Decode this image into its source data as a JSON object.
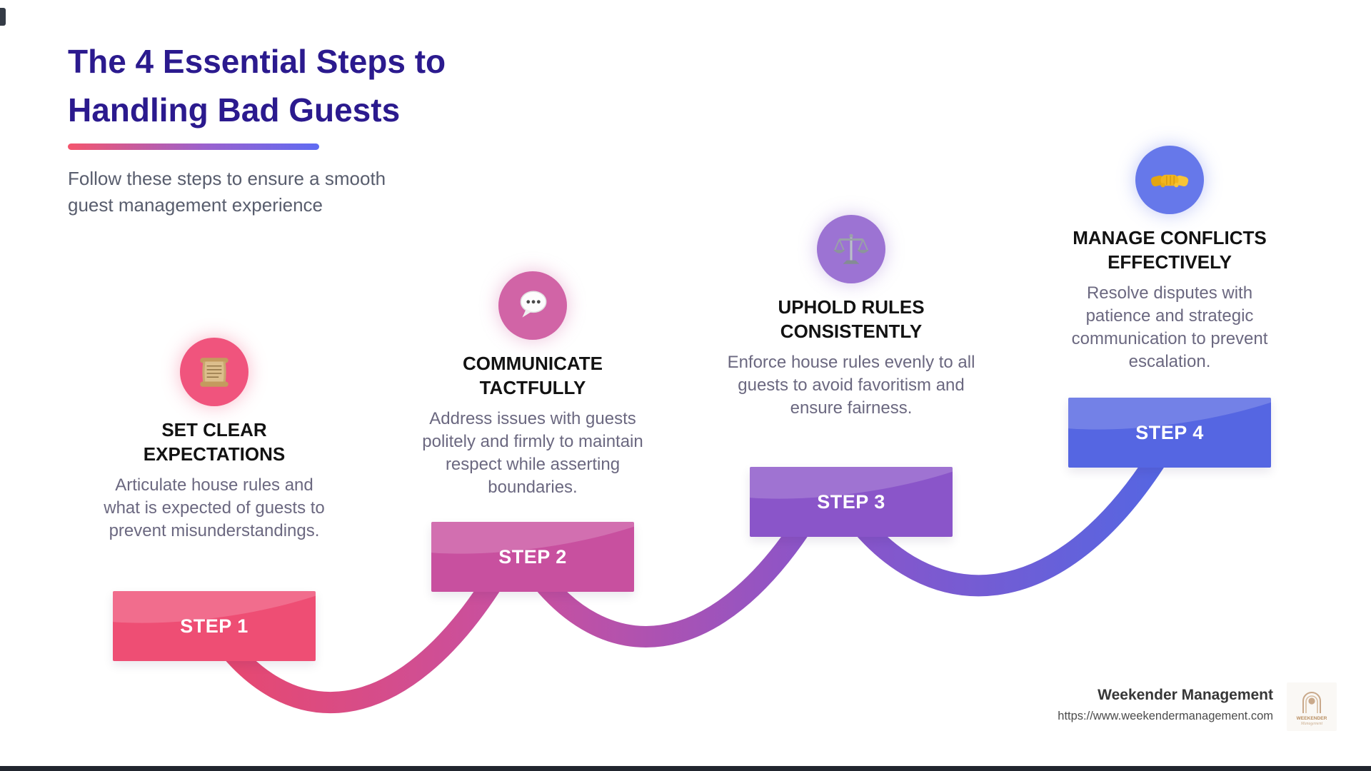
{
  "header": {
    "title_line1": "The 4 Essential Steps to",
    "title_line2": "Handling Bad Guests",
    "subtitle": "Follow these steps to ensure a smooth guest management experience",
    "title_color": "#2B1A8E",
    "divider_gradient_from": "#F4556D",
    "divider_gradient_to": "#5F6BF2"
  },
  "steps": [
    {
      "label": "STEP 1",
      "title": "SET CLEAR EXPECTATIONS",
      "description": "Articulate house rules and what is expected of guests to prevent misunderstandings.",
      "icon": "scroll-icon",
      "circle_color": "#F0547D",
      "box_color": "#EE4E74"
    },
    {
      "label": "STEP 2",
      "title": "COMMUNICATE TACTFULLY",
      "description": "Address issues with guests politely and firmly to maintain respect while asserting boundaries.",
      "icon": "speech-balloon-icon",
      "circle_color": "#D164A6",
      "box_color": "#C8509F"
    },
    {
      "label": "STEP 3",
      "title": "UPHOLD RULES CONSISTENTLY",
      "description": "Enforce house rules evenly to all guests to avoid favoritism and ensure fairness.",
      "icon": "balance-scale-icon",
      "circle_color": "#9C73D3",
      "box_color": "#8A55C9"
    },
    {
      "label": "STEP 4",
      "title": "MANAGE CONFLICTS EFFECTIVELY",
      "description": "Resolve disputes with patience and strategic communication to prevent escalation.",
      "icon": "handshake-icon",
      "circle_color": "#6678EA",
      "box_color": "#5566E2"
    }
  ],
  "connectors": [
    {
      "from": "#E8486E",
      "to": "#C8509F"
    },
    {
      "from": "#C8509F",
      "to": "#8A55C9"
    },
    {
      "from": "#8A55C9",
      "to": "#5566E2"
    }
  ],
  "footer": {
    "company": "Weekender Management",
    "url": "https://www.weekendermanagement.com",
    "logo_text": "WEEKENDER",
    "logo_subtext": "Management"
  }
}
